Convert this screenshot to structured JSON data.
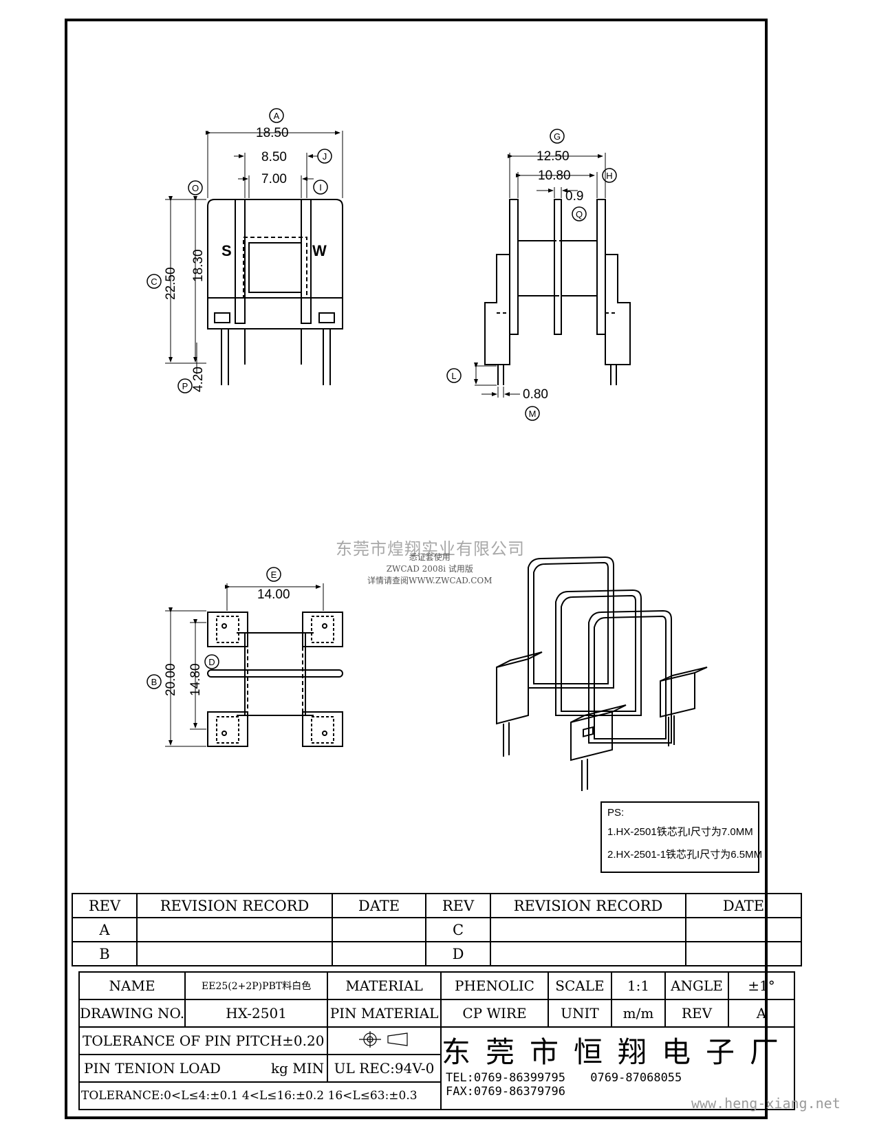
{
  "dims": {
    "a": "18.50",
    "j": "8.50",
    "i": "7.00",
    "o_dim": "18.30",
    "c": "22.50",
    "p": "4.20",
    "g": "12.50",
    "h": "10.80",
    "q": "0.9",
    "m": "0.80",
    "e": "14.00",
    "b": "20.00",
    "d": "14.80"
  },
  "bubbles": {
    "A": "A",
    "J": "J",
    "I": "I",
    "O": "O",
    "C": "C",
    "P": "P",
    "G": "G",
    "H": "H",
    "Q": "Q",
    "L": "L",
    "M": "M",
    "E": "E",
    "B": "B",
    "D": "D"
  },
  "pin_marks": {
    "s": "S",
    "w": "W"
  },
  "watermark": {
    "company": "东莞市煌翔实业有限公司",
    "line1": "悉证套使用",
    "line2": "ZWCAD 2008i 试用版",
    "line3": "详情请查阅WWW.ZWCAD.COM",
    "site": "www.heng-xiang.net"
  },
  "ps": {
    "title": "PS:",
    "line1": "1.HX-2501铁芯孔I尺寸为7.0MM",
    "line2": "2.HX-2501-1铁芯孔I尺寸为6.5MM"
  },
  "revision": {
    "h_rev": "REV",
    "h_record": "REVISION RECORD",
    "h_date": "DATE",
    "h_rev2": "REV",
    "h_record2": "REVISION RECORD",
    "h_date2": "DATE",
    "r1": "A",
    "r2": "B",
    "r3": "C",
    "r4": "D"
  },
  "title_block": {
    "name_label": "NAME",
    "name_value": "EE25(2+2P)PBT料白色",
    "material_label": "MATERIAL",
    "material_value": "PHENOLIC",
    "scale_label": "SCALE",
    "scale_value": "1:1",
    "angle_label": "ANGLE",
    "angle_value": "±1°",
    "drawing_label": "DRAWING NO.",
    "drawing_value": "HX-2501",
    "pin_material_label": "PIN MATERIAL",
    "pin_material_value": "CP WIRE",
    "unit_label": "UNIT",
    "unit_value": "m/m",
    "rev_label": "REV",
    "rev_value": "A",
    "tol_pitch": "TOLERANCE OF PIN PITCH±0.20",
    "company": "东莞市恒翔电子厂",
    "pin_load": "PIN TENION LOAD",
    "pin_load_unit": "kg MIN",
    "ul": "UL REC:94V-0",
    "tel": "TEL:0769-86399795",
    "tel2": "0769-87068055",
    "fax": "FAX:0769-86379796",
    "tolerance": "TOLERANCE:0<L≤4:±0.1  4<L≤16:±0.2  16<L≤63:±0.3"
  }
}
